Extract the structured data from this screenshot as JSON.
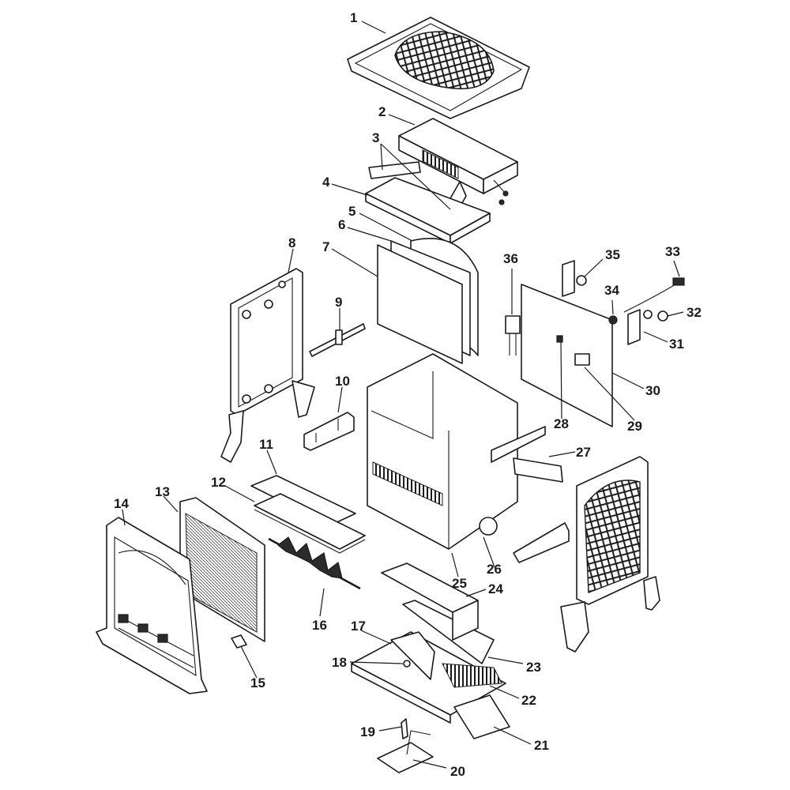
{
  "diagram": {
    "callouts": [
      "1",
      "2",
      "3",
      "4",
      "5",
      "6",
      "7",
      "8",
      "9",
      "10",
      "11",
      "12",
      "13",
      "14",
      "15",
      "16",
      "17",
      "18",
      "19",
      "20",
      "21",
      "22",
      "23",
      "24",
      "25",
      "26",
      "27",
      "28",
      "29",
      "30",
      "31",
      "32",
      "33",
      "34",
      "35",
      "36"
    ]
  },
  "colors": {
    "line": "#1a1a1a",
    "fill": "#ffffff",
    "shade": "#e8e8e8"
  }
}
